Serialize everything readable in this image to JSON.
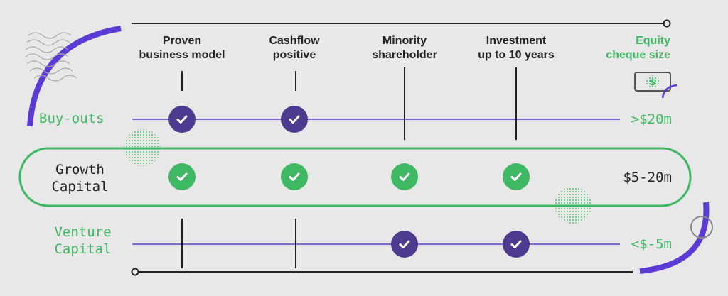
{
  "criteria": [
    {
      "label": "Proven\nbusiness model"
    },
    {
      "label": "Cashflow\npositive"
    },
    {
      "label": "Minority\nshareholder"
    },
    {
      "label": "Investment\nup to 10 years"
    }
  ],
  "size_header": "Equity\ncheque size",
  "rows": [
    {
      "name": "Buy-outs",
      "size": ">$20m",
      "checks": [
        true,
        true,
        false,
        false
      ]
    },
    {
      "name": "Growth\nCapital",
      "size": "$5-20m",
      "checks": [
        true,
        true,
        true,
        true
      ]
    },
    {
      "name": "Venture\nCapital",
      "size": "<$-5m",
      "checks": [
        false,
        false,
        true,
        true
      ]
    }
  ],
  "icons": {
    "check": "check-icon",
    "money": "dollar-bill-icon"
  },
  "colors": {
    "purple": "#4b3c8f",
    "purple_line": "#5b3bd6",
    "green": "#3fb863",
    "dark": "#222222",
    "background": "#e8e8e8"
  }
}
